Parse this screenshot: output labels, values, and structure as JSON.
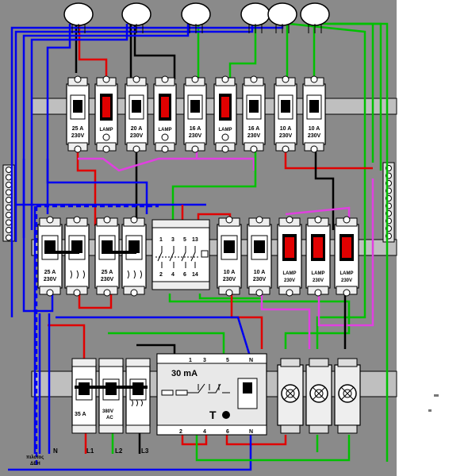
{
  "top_mcbs": [
    {
      "kind": "mcb",
      "rating": "25 A",
      "voltage": "230V"
    },
    {
      "kind": "lamp",
      "text": "LAMP"
    },
    {
      "kind": "mcb",
      "rating": "20 A",
      "voltage": "230V"
    },
    {
      "kind": "lamp",
      "text": "LAMP"
    },
    {
      "kind": "mcb",
      "rating": "16 A",
      "voltage": "230V"
    },
    {
      "kind": "lamp",
      "text": "LAMP"
    },
    {
      "kind": "mcb",
      "rating": "16 A",
      "voltage": "230V"
    },
    {
      "kind": "mcb",
      "rating": "10 A",
      "voltage": "230V"
    },
    {
      "kind": "mcb",
      "rating": "10 A",
      "voltage": "230V"
    }
  ],
  "mid_row": [
    {
      "kind": "mcb",
      "rating": "25 A",
      "voltage": "230V"
    },
    {
      "kind": "mcb",
      "rating": "",
      "voltage": ""
    },
    {
      "kind": "mcb",
      "rating": "25 A",
      "voltage": "230V"
    },
    {
      "kind": "mcb",
      "rating": "",
      "voltage": ""
    },
    {
      "kind": "mcb",
      "rating": "10 A",
      "voltage": "230V"
    },
    {
      "kind": "mcb",
      "rating": "10 A",
      "voltage": "230V"
    },
    {
      "kind": "lamp",
      "text": "LAMP",
      "voltage": "230V"
    },
    {
      "kind": "lamp",
      "text": "LAMP",
      "voltage": "230V"
    },
    {
      "kind": "lamp",
      "text": "LAMP",
      "voltage": "230V"
    }
  ],
  "contactor": {
    "top_terminals": [
      "1",
      "3",
      "5",
      "13"
    ],
    "bottom_terminals": [
      "2",
      "4",
      "6",
      "14"
    ]
  },
  "main_breaker": {
    "rating": "35 A"
  },
  "voltmeter": {
    "line1": "380V",
    "line2": "AC"
  },
  "rcd": {
    "sensitivity": "30 mA",
    "test": "T",
    "top_terminals": [
      "1",
      "3",
      "5",
      "N"
    ],
    "bottom_terminals": [
      "2",
      "4",
      "6",
      "N"
    ]
  },
  "supply_labels": {
    "neutral": "N",
    "l1": "L1",
    "l2": "L2",
    "l3": "L3",
    "earth_line1": "πιλοτος",
    "earth_line2": "ΔΕΗ"
  },
  "colors": {
    "background": "#8a8a8a",
    "phase_red": "#e00000",
    "neutral_blue": "#0000ee",
    "earth_green": "#00c000",
    "black": "#000000",
    "magenta": "#e040e0"
  }
}
